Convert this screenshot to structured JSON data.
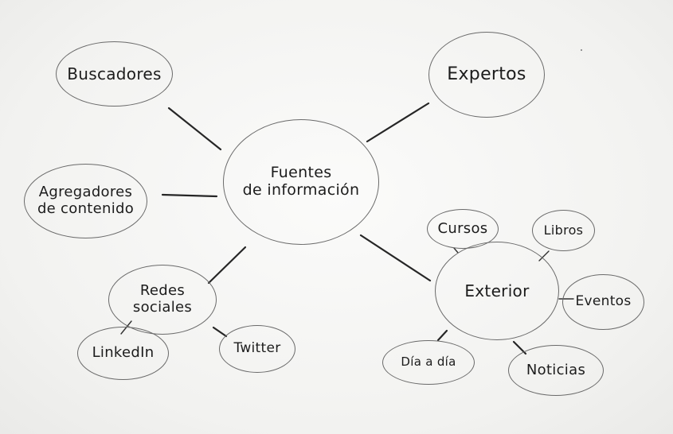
{
  "diagram": {
    "center": "Fuentes\nde información",
    "nodes": {
      "buscadores": "Buscadores",
      "expertos": "Expertos",
      "agregadores": "Agregadores\nde contenido",
      "redes_sociales": "Redes\nsociales",
      "linkedin": "LinkedIn",
      "twitter": "Twitter",
      "exterior": "Exterior",
      "cursos": "Cursos",
      "libros": "Libros",
      "eventos": "Eventos",
      "dia_a_dia": "Día a día",
      "noticias": "Noticias"
    },
    "connections": [
      [
        "center",
        "buscadores"
      ],
      [
        "center",
        "expertos"
      ],
      [
        "center",
        "agregadores"
      ],
      [
        "center",
        "redes_sociales"
      ],
      [
        "center",
        "exterior"
      ],
      [
        "redes_sociales",
        "linkedin"
      ],
      [
        "redes_sociales",
        "twitter"
      ],
      [
        "exterior",
        "cursos"
      ],
      [
        "exterior",
        "libros"
      ],
      [
        "exterior",
        "eventos"
      ],
      [
        "exterior",
        "dia_a_dia"
      ],
      [
        "exterior",
        "noticias"
      ]
    ],
    "colors": {
      "ink": "#1c1c1c",
      "circle": "#6a6a6a",
      "board": "#f5f5f3"
    }
  }
}
